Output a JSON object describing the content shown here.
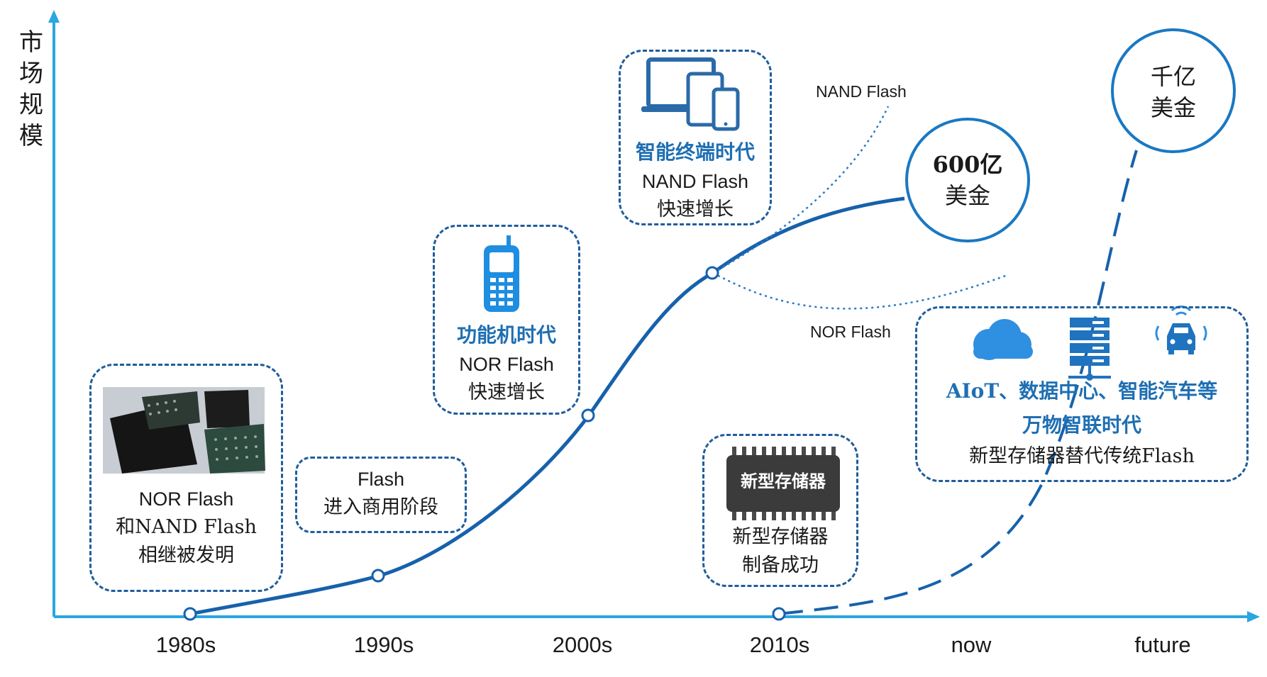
{
  "y_axis_label": [
    "市",
    "场",
    "规",
    "模"
  ],
  "x_ticks": [
    "1980s",
    "1990s",
    "2000s",
    "2010s",
    "now",
    "future"
  ],
  "boxes": {
    "invent": {
      "lines": [
        "NOR Flash",
        "和NAND Flash",
        "相继被发明"
      ]
    },
    "commercial": {
      "lines": [
        "Flash",
        "进入商用阶段"
      ]
    },
    "feature_phone": {
      "title": "功能机时代",
      "lines": [
        "NOR Flash",
        "快速增长"
      ]
    },
    "smart_terminal": {
      "title": "智能终端时代",
      "lines": [
        "NAND Flash",
        "快速增长"
      ]
    },
    "new_memory": {
      "chip_label": "新型存储器",
      "lines": [
        "新型存储器",
        "制备成功"
      ]
    },
    "aiot": {
      "title1": "AIoT、数据中心、智能汽车等",
      "title2": "万物智联时代",
      "line": "新型存储器替代传统Flash"
    }
  },
  "branch_labels": {
    "nand": "NAND Flash",
    "nor": "NOR Flash"
  },
  "circles": {
    "c600": {
      "value": "600亿",
      "unit": "美金"
    },
    "c1000": {
      "value": "千亿",
      "unit": "美金"
    }
  },
  "colors": {
    "main_curve": "#1761ab",
    "axis": "#2aa6e0",
    "box_border": "#1f5d9a",
    "accent_text": "#1e6fb3"
  },
  "icons": [
    "memory-chips-photo",
    "mobile-phone-icon",
    "laptop-tablet-phone-icon",
    "memory-chip-icon",
    "cloud-icon",
    "server-icon",
    "connected-car-icon"
  ]
}
